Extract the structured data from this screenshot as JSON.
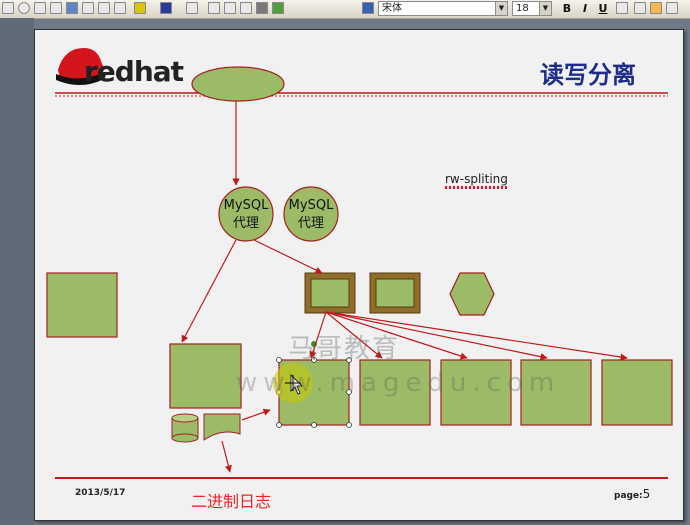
{
  "toolbar": {
    "font_name": "宋体",
    "font_size": "18",
    "bold_label": "B",
    "italic_label": "I",
    "underline_label": "U"
  },
  "slide": {
    "logo_text": "redhat",
    "title": "读写分离",
    "annotation": "rw-spliting",
    "proxy_1": [
      "MySQL",
      "代理"
    ],
    "proxy_2": [
      "MySQL",
      "代理"
    ],
    "watermark": "马哥教育",
    "watermark2": "www.magedu.com",
    "date": "2013/5/17",
    "page_label": "page:",
    "page_number": "5",
    "binlog_label": "二进制日志"
  },
  "colors": {
    "shape_fill": "#9bbb66",
    "shape_border": "#a32020",
    "arrow": "#c0191c",
    "title_blue": "#1f2d8a",
    "divider_red": "#c0191c"
  }
}
